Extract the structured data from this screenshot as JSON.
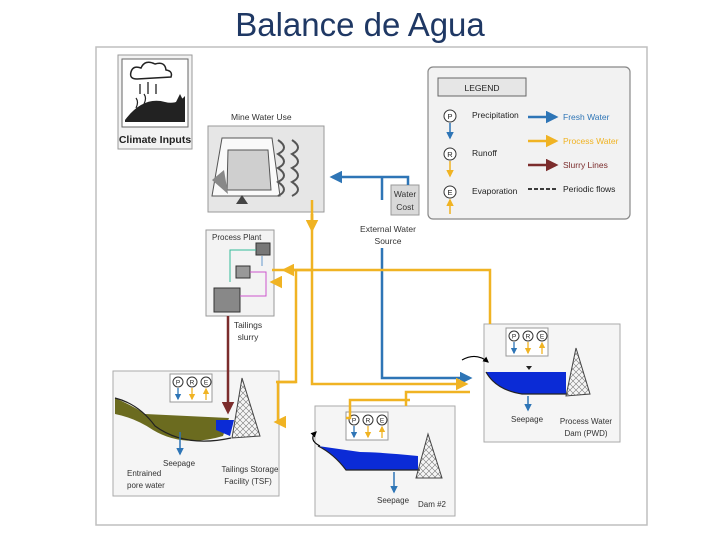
{
  "title": "Balance de Agua",
  "climate": {
    "label": "Climate Inputs"
  },
  "mine": {
    "label": "Mine Water Use"
  },
  "water_cost": {
    "line1": "Water",
    "line2": "Cost"
  },
  "external_source": {
    "line1": "External Water",
    "line2": "Source"
  },
  "process_plant": {
    "label": "Process Plant"
  },
  "tailings_slurry": {
    "line1": "Tailings",
    "line2": "slurry"
  },
  "legend": {
    "title": "LEGEND",
    "symbols": [
      {
        "letter": "P",
        "label": "Precipitation"
      },
      {
        "letter": "R",
        "label": "Runoff"
      },
      {
        "letter": "E",
        "label": "Evaporation"
      }
    ],
    "lines": [
      {
        "label": "Fresh Water",
        "color": "#2e75b6"
      },
      {
        "label": "Process Water",
        "color": "#f0b323"
      },
      {
        "label": "Slurry Lines",
        "color": "#7b2c2c"
      },
      {
        "label": "Periodic flows",
        "color": "#000000"
      }
    ]
  },
  "pwd": {
    "seepage": "Seepage",
    "line1": "Process Water",
    "line2": "Dam (PWD)"
  },
  "tsf": {
    "seepage": "Seepage",
    "entrained1": "Entrained",
    "entrained2": "pore water",
    "line1": "Tailings Storage",
    "line2": "Facility (TSF)"
  },
  "dam2": {
    "seepage": "Seepage",
    "label": "Dam #2"
  },
  "pre_letters": [
    "P",
    "R",
    "E"
  ]
}
